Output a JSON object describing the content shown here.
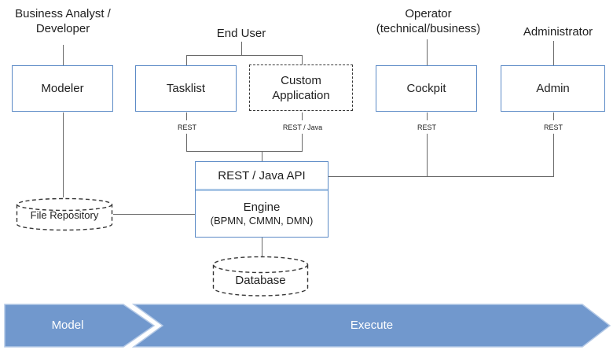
{
  "actors": {
    "business_analyst": {
      "line1": "Business Analyst /",
      "line2": "Developer"
    },
    "end_user": {
      "label": "End User"
    },
    "operator": {
      "line1": "Operator",
      "line2": "(technical/business)"
    },
    "administrator": {
      "label": "Administrator"
    }
  },
  "components": {
    "modeler": {
      "label": "Modeler"
    },
    "tasklist": {
      "label": "Tasklist"
    },
    "custom_application": {
      "line1": "Custom",
      "line2": "Application"
    },
    "cockpit": {
      "label": "Cockpit"
    },
    "admin": {
      "label": "Admin"
    }
  },
  "protocols": {
    "tasklist": "REST",
    "custom_application": "REST / Java",
    "cockpit": "REST",
    "admin": "REST"
  },
  "core": {
    "api": {
      "label": "REST / Java API"
    },
    "engine": {
      "title": "Engine",
      "subtitle": "(BPMN, CMMN, DMN)"
    }
  },
  "stores": {
    "file_repository": {
      "label": "File Repository"
    },
    "database": {
      "label": "Database"
    }
  },
  "phases": {
    "model": {
      "label": "Model"
    },
    "execute": {
      "label": "Execute"
    }
  },
  "colors": {
    "box_border": "#5b8ac6",
    "divider": "#aac7e6",
    "connector": "#696969",
    "dashed": "#373737",
    "arrow_fill": "#7198cd",
    "arrow_stroke": "#b4c9e6",
    "text": "#1f1f1f",
    "phase_text": "#ffffff"
  }
}
